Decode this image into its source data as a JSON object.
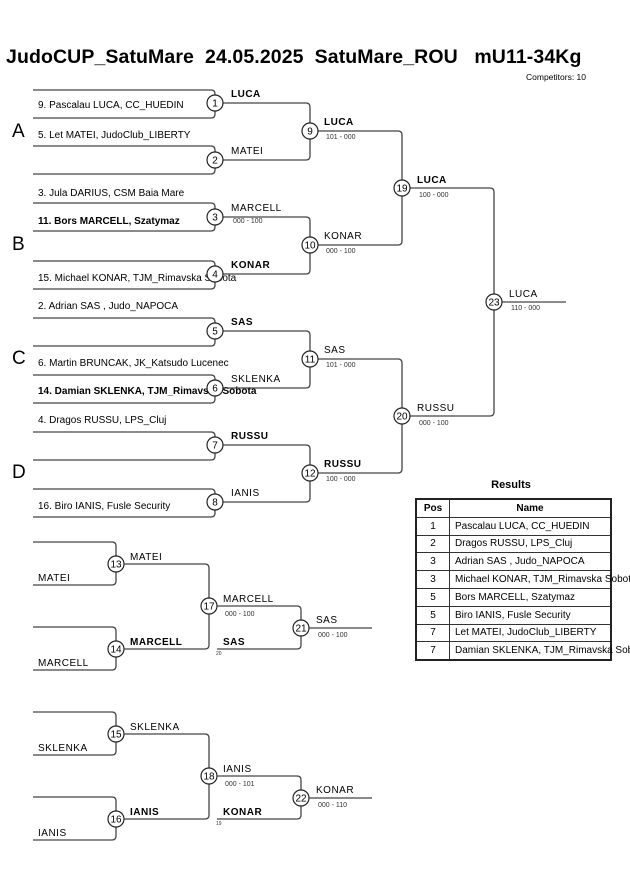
{
  "header": {
    "title": "JudoCUP_SatuMare  24.05.2025  SatuMare_ROU   mU11-34Kg",
    "competitors": "Competitors: 10"
  },
  "pools": [
    "A",
    "B",
    "C",
    "D"
  ],
  "entrants": [
    {
      "text": "9. Pascalau LUCA, CC_HUEDIN",
      "bold": false
    },
    {
      "text": "5. Let MATEI, JudoClub_LIBERTY",
      "bold": false
    },
    {
      "text": "3. Jula  DARIUS, CSM Baia Mare",
      "bold": false
    },
    {
      "text": "11. Bors MARCELL, Szatymaz",
      "bold": true
    },
    {
      "text": "15. Michael KONAR, TJM_Rimavska Sobota",
      "bold": false
    },
    {
      "text": "2. Adrian SAS , Judo_NAPOCA",
      "bold": false
    },
    {
      "text": "6. Martin BRUNCAK, JK_Katsudo Lucenec",
      "bold": false
    },
    {
      "text": "14. Damian SKLENKA, TJM_Rimavska Sobota",
      "bold": true
    },
    {
      "text": "4. Dragos RUSSU, LPS_Cluj",
      "bold": false
    },
    {
      "text": "16. Biro IANIS, Fusle Security",
      "bold": false
    }
  ],
  "matches": [
    {
      "id": "1",
      "winner": "LUCA",
      "bold": true,
      "score": ""
    },
    {
      "id": "2",
      "winner": "MATEI",
      "bold": false,
      "score": ""
    },
    {
      "id": "3",
      "winner": "MARCELL",
      "bold": false,
      "score": "000 - 100"
    },
    {
      "id": "4",
      "winner": "KONAR",
      "bold": true,
      "score": ""
    },
    {
      "id": "5",
      "winner": "SAS",
      "bold": true,
      "score": ""
    },
    {
      "id": "6",
      "winner": "SKLENKA",
      "bold": false,
      "score": ""
    },
    {
      "id": "7",
      "winner": "RUSSU",
      "bold": true,
      "score": ""
    },
    {
      "id": "8",
      "winner": "IANIS",
      "bold": false,
      "score": ""
    },
    {
      "id": "9",
      "winner": "LUCA",
      "bold": true,
      "score": "101 - 000"
    },
    {
      "id": "10",
      "winner": "KONAR",
      "bold": false,
      "score": "000 - 100"
    },
    {
      "id": "11",
      "winner": "SAS",
      "bold": false,
      "score": "101 - 000"
    },
    {
      "id": "12",
      "winner": "RUSSU",
      "bold": true,
      "score": "100 - 000"
    },
    {
      "id": "19",
      "winner": "LUCA",
      "bold": true,
      "score": "100 - 000"
    },
    {
      "id": "20",
      "winner": "RUSSU",
      "bold": false,
      "score": "000 - 100"
    },
    {
      "id": "23",
      "winner": "LUCA",
      "bold": false,
      "score": "110 - 000"
    }
  ],
  "repechage": [
    {
      "entries": [
        "MATEI",
        "MARCELL"
      ],
      "m1": {
        "id": "13",
        "winner": "MATEI",
        "bold": false
      },
      "m2": {
        "id": "14",
        "winner": "MARCELL",
        "bold": true
      },
      "semi": {
        "id": "17",
        "winner": "MARCELL",
        "bold": false,
        "score": "000 - 100"
      },
      "loser": {
        "name": "SAS",
        "bold": true,
        "from": "20"
      },
      "final": {
        "id": "21",
        "winner": "SAS",
        "bold": false,
        "score": "000 - 100"
      }
    },
    {
      "entries": [
        "SKLENKA",
        "IANIS"
      ],
      "m1": {
        "id": "15",
        "winner": "SKLENKA",
        "bold": false
      },
      "m2": {
        "id": "16",
        "winner": "IANIS",
        "bold": true
      },
      "semi": {
        "id": "18",
        "winner": "IANIS",
        "bold": false,
        "score": "000 - 101"
      },
      "loser": {
        "name": "KONAR",
        "bold": true,
        "from": "19"
      },
      "final": {
        "id": "22",
        "winner": "KONAR",
        "bold": false,
        "score": "000 - 110"
      }
    }
  ],
  "results": {
    "title": "Results",
    "headers": {
      "pos": "Pos",
      "name": "Name"
    },
    "rows": [
      {
        "pos": "1",
        "name": "Pascalau LUCA, CC_HUEDIN"
      },
      {
        "pos": "2",
        "name": "Dragos RUSSU, LPS_Cluj"
      },
      {
        "pos": "3",
        "name": "Adrian SAS , Judo_NAPOCA"
      },
      {
        "pos": "3",
        "name": "Michael KONAR, TJM_Rimavska Sobota"
      },
      {
        "pos": "5",
        "name": "Bors MARCELL, Szatymaz"
      },
      {
        "pos": "5",
        "name": "Biro IANIS, Fusle Security"
      },
      {
        "pos": "7",
        "name": "Let MATEI, JudoClub_LIBERTY"
      },
      {
        "pos": "7",
        "name": "Damian SKLENKA, TJM_Rimavska Sobota"
      }
    ]
  }
}
